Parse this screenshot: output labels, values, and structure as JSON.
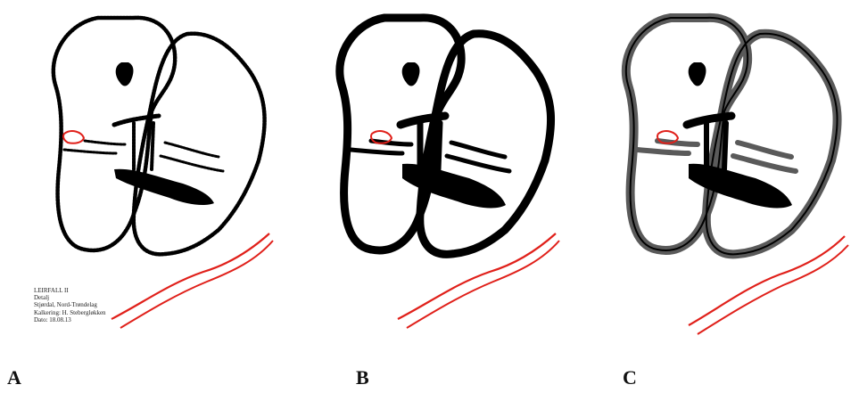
{
  "panels": [
    {
      "id": "A",
      "label": "A",
      "style": "dotted-outline",
      "outline_color": "#000000"
    },
    {
      "id": "B",
      "label": "B",
      "style": "solid-outline",
      "outline_color": "#000000"
    },
    {
      "id": "C",
      "label": "C",
      "style": "grey-band-outline",
      "outline_color": "#5a5a5a"
    }
  ],
  "caption": {
    "site": "LEIRFALL II",
    "detail": "Detalj",
    "location": "Stjørdal, Nord-Trøndelag",
    "tracing": "Kalkering: H. Stebergløkken",
    "date": "Dato: 18.08.13"
  },
  "colors": {
    "figure_line": "#000000",
    "highlight_red": "#e0201a",
    "grey_band": "#5a5a5a",
    "background": "#ffffff"
  }
}
